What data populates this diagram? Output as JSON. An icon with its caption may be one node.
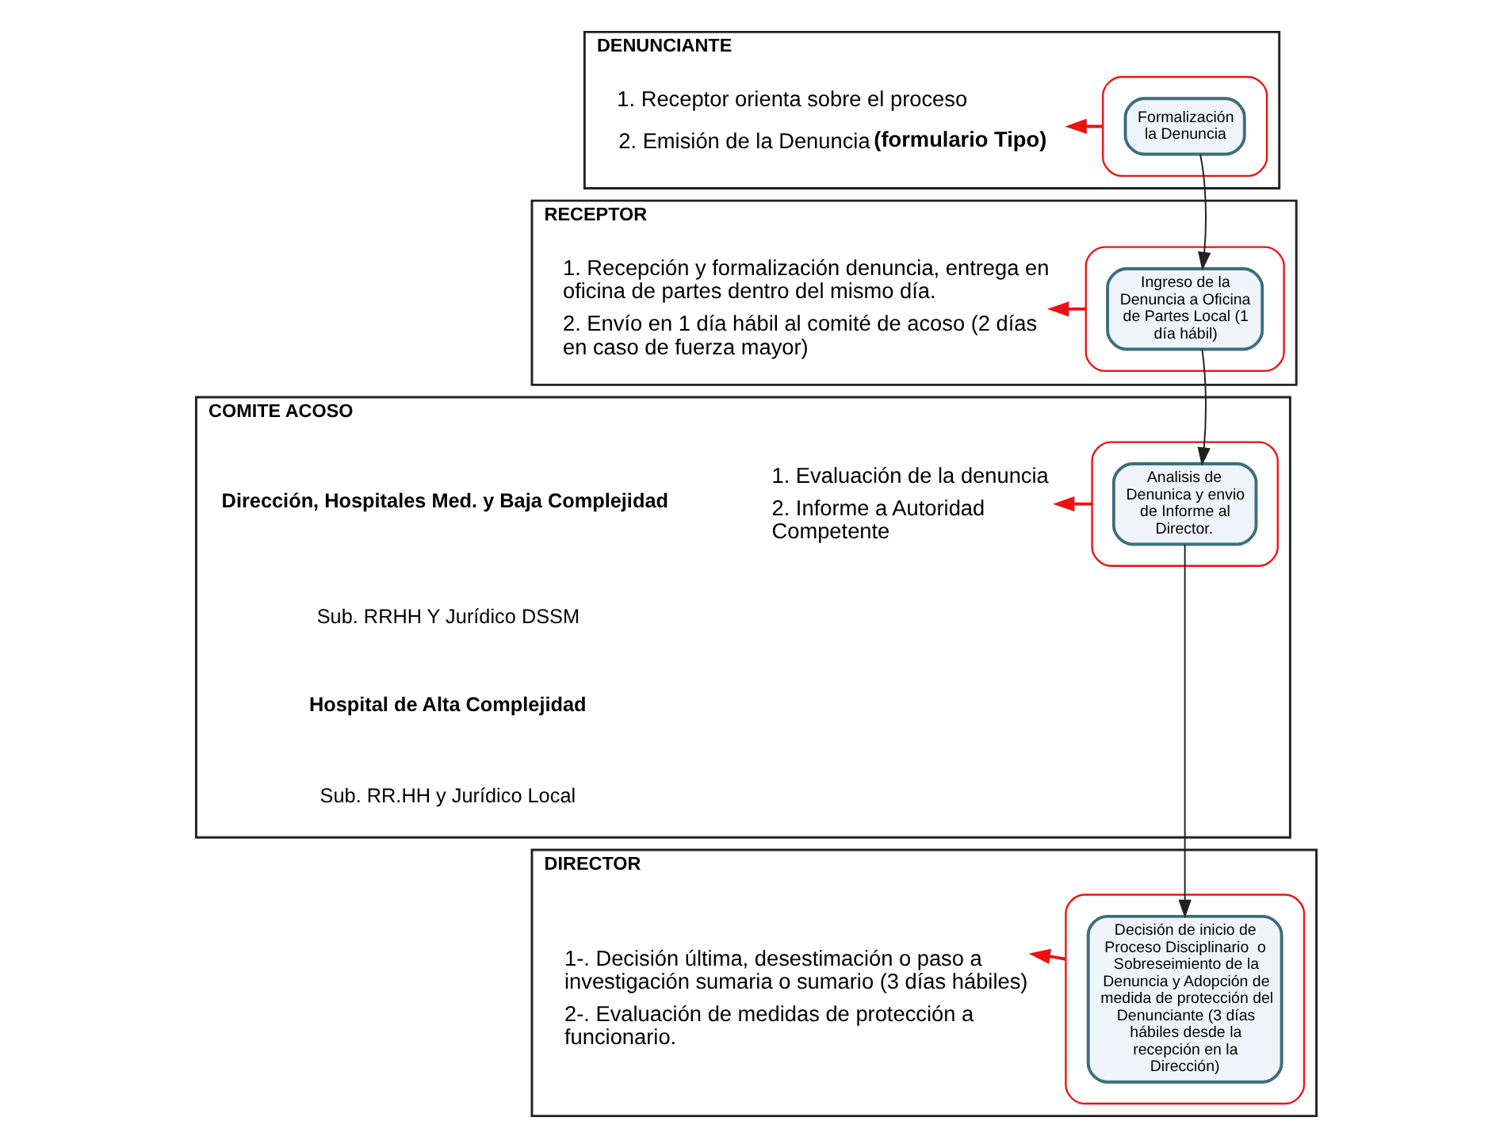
{
  "diagram": {
    "nodes": [
      {
        "text": [
          "DENUNCIANTE"
        ]
      },
      {
        "text": [
          "RECEPTOR"
        ]
      },
      {
        "text": [
          "COMITE ACOSO"
        ]
      },
      {
        "text": [
          "DIRECTOR"
        ]
      },
      {
        "text": [],
        "shape": "ellipse",
        "in": 0
      },
      {
        "text": [
          "Formalización la Denuncia"
        ],
        "in": 4
      },
      {
        "text": [
          "1. Receptor orienta sobre el proceso",
          "2. Emisión de la Denuncia **(formulario Tipo)**"
        ],
        "in": 0
      },
      {
        "text": [],
        "shape": "ellipse",
        "in": 1
      },
      {
        "text": [
          "Ingreso de la Denuncia a Oficina de Partes Local (1 día hábil)"
        ],
        "in": 7
      },
      {
        "text": [
          "1. Recepción y formalización denuncia, entrega en oficina de partes dentro del mismo día.",
          "2. Envío en 1 día hábil al comité de acoso (2 días en caso de fuerza mayor)"
        ],
        "in": 1
      },
      {
        "text": [],
        "shape": "ellipse",
        "in": 2
      },
      {
        "text": [
          "Analisis de Denunica y envio de Informe al Director."
        ],
        "in": 10
      },
      {
        "text": [
          "1. Evaluación de la denuncia",
          "2. Informe a Autoridad Competente"
        ],
        "in": 2
      },
      {
        "text": [],
        "shape": "ellipse",
        "in": 3
      },
      {
        "text": [
          "Decisión de inicio de Proceso Disciplinario  o Sobreseimiento de la Denuncia y Adopción de medida de protección del Denunciante (3 días hábiles desde la recepción en la Dirección)"
        ],
        "in": 13
      },
      {
        "text": [
          "1-. Decisión última, desestimación o paso a investigación sumaria o sumario (3 días hábiles)",
          "2-. Evaluación de medidas de protección a funcionario."
        ],
        "in": 3
      }
    ],
    "edges": [
      {
        "from": 5,
        "to": 8,
        "arrow": "to",
        "color": "#222222"
      },
      {
        "from": 8,
        "to": 11,
        "arrow": "to",
        "color": "#222222"
      },
      {
        "from": 11,
        "to": 14,
        "arrow": "to",
        "color": "#222222"
      },
      {
        "from": 4,
        "to": 6,
        "arrow": "to",
        "color": "#ee1111"
      },
      {
        "from": 7,
        "to": 9,
        "arrow": "to",
        "color": "#ee1111"
      },
      {
        "from": 10,
        "to": 12,
        "arrow": "to",
        "color": "#ee1111"
      },
      {
        "from": 13,
        "to": 15,
        "arrow": "to",
        "color": "#ee1111"
      }
    ],
    "labels": [
      "**Dirección, Hospitales Med. y Baja Complejidad**",
      "Sub. RRHH Y Jurídico DSSM",
      "**Hospital de Alta Complejidad**",
      "Sub. RR.HH y Jurídico Local"
    ]
  }
}
